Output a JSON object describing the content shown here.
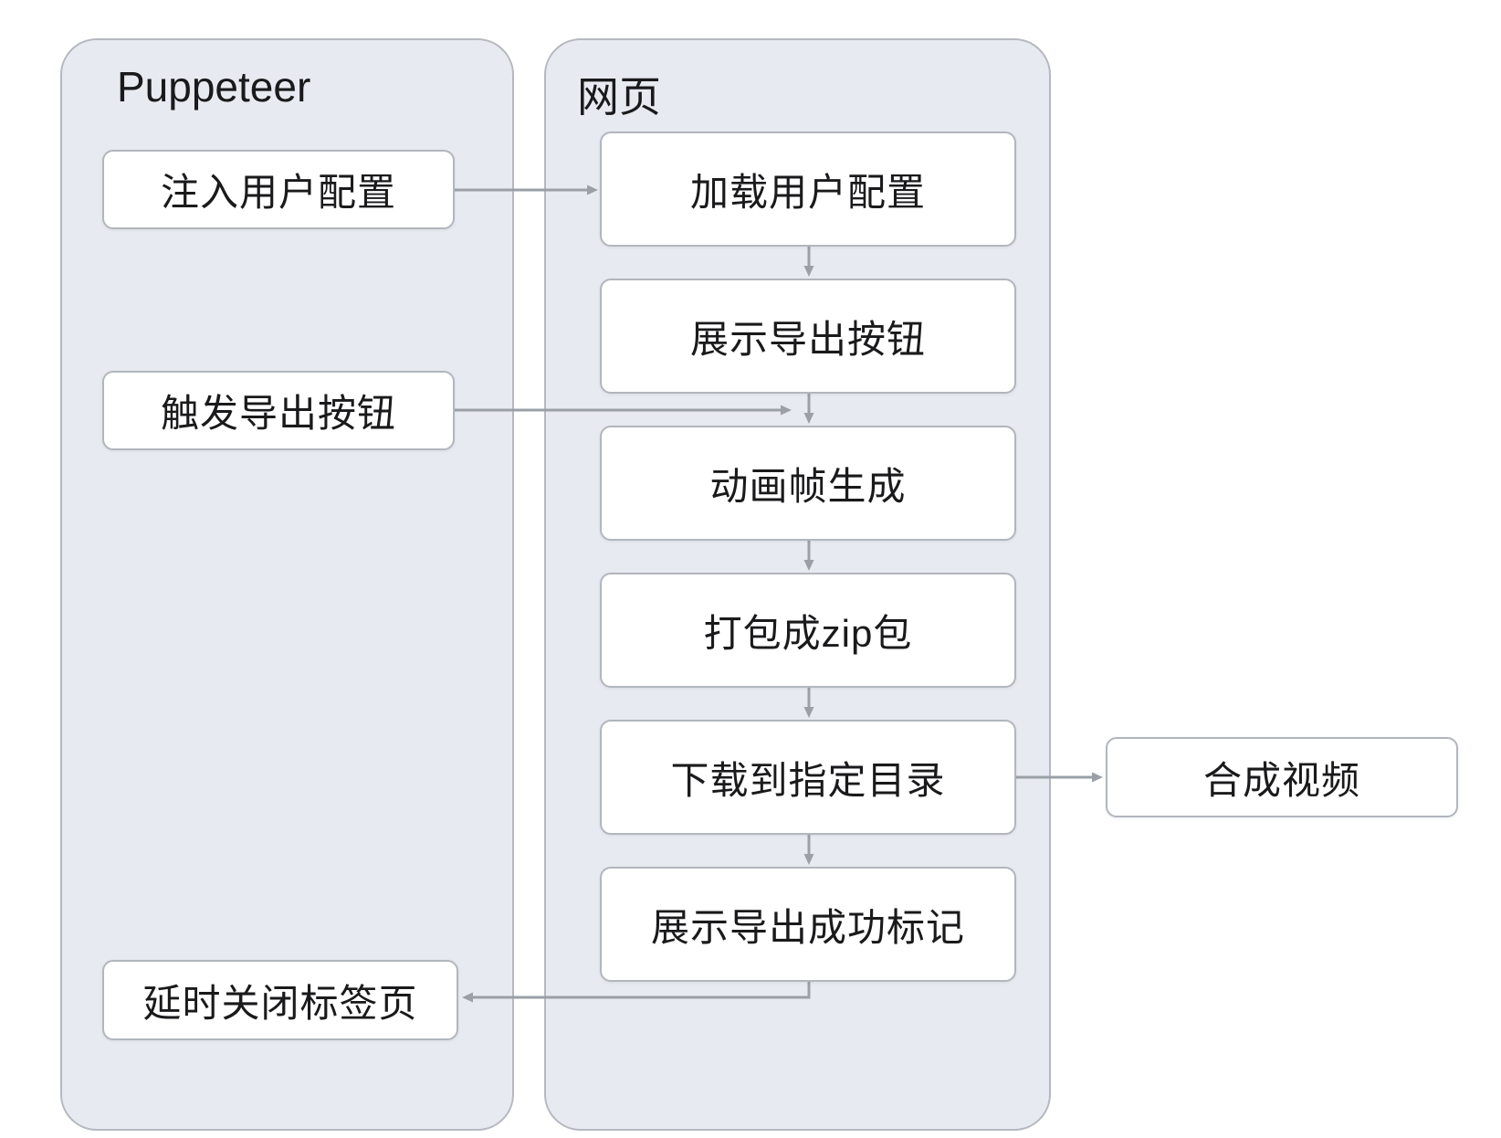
{
  "diagram": {
    "type": "flowchart",
    "containers": [
      {
        "id": "puppeteer",
        "title": "Puppeteer"
      },
      {
        "id": "webpage",
        "title": "网页"
      }
    ],
    "nodes": [
      {
        "id": "inject-user-config",
        "container": "puppeteer",
        "label": "注入用户配置"
      },
      {
        "id": "load-user-config",
        "container": "webpage",
        "label": "加载用户配置"
      },
      {
        "id": "show-export-button",
        "container": "webpage",
        "label": "展示导出按钮"
      },
      {
        "id": "trigger-export-button",
        "container": "puppeteer",
        "label": "触发导出按钮"
      },
      {
        "id": "generate-animation-frames",
        "container": "webpage",
        "label": "动画帧生成"
      },
      {
        "id": "package-zip",
        "container": "webpage",
        "label": "打包成zip包"
      },
      {
        "id": "download-to-directory",
        "container": "webpage",
        "label": "下载到指定目录"
      },
      {
        "id": "show-export-success-mark",
        "container": "webpage",
        "label": "展示导出成功标记"
      },
      {
        "id": "delayed-close-tab",
        "container": "puppeteer",
        "label": "延时关闭标签页"
      },
      {
        "id": "compose-video",
        "container": null,
        "label": "合成视频"
      }
    ],
    "edges": [
      {
        "from": "inject-user-config",
        "to": "load-user-config"
      },
      {
        "from": "load-user-config",
        "to": "show-export-button"
      },
      {
        "from": "show-export-button",
        "to": "generate-animation-frames"
      },
      {
        "from": "trigger-export-button",
        "to": "generate-animation-frames"
      },
      {
        "from": "generate-animation-frames",
        "to": "package-zip"
      },
      {
        "from": "package-zip",
        "to": "download-to-directory"
      },
      {
        "from": "download-to-directory",
        "to": "compose-video"
      },
      {
        "from": "download-to-directory",
        "to": "show-export-success-mark"
      },
      {
        "from": "show-export-success-mark",
        "to": "delayed-close-tab"
      }
    ],
    "colors": {
      "container_fill": "#e8eaf1",
      "container_border": "#b5b8bf",
      "node_fill": "#ffffff",
      "node_border": "#b2b6bd",
      "arrow": "#9aa0a6",
      "text": "#1a1a1c"
    }
  }
}
